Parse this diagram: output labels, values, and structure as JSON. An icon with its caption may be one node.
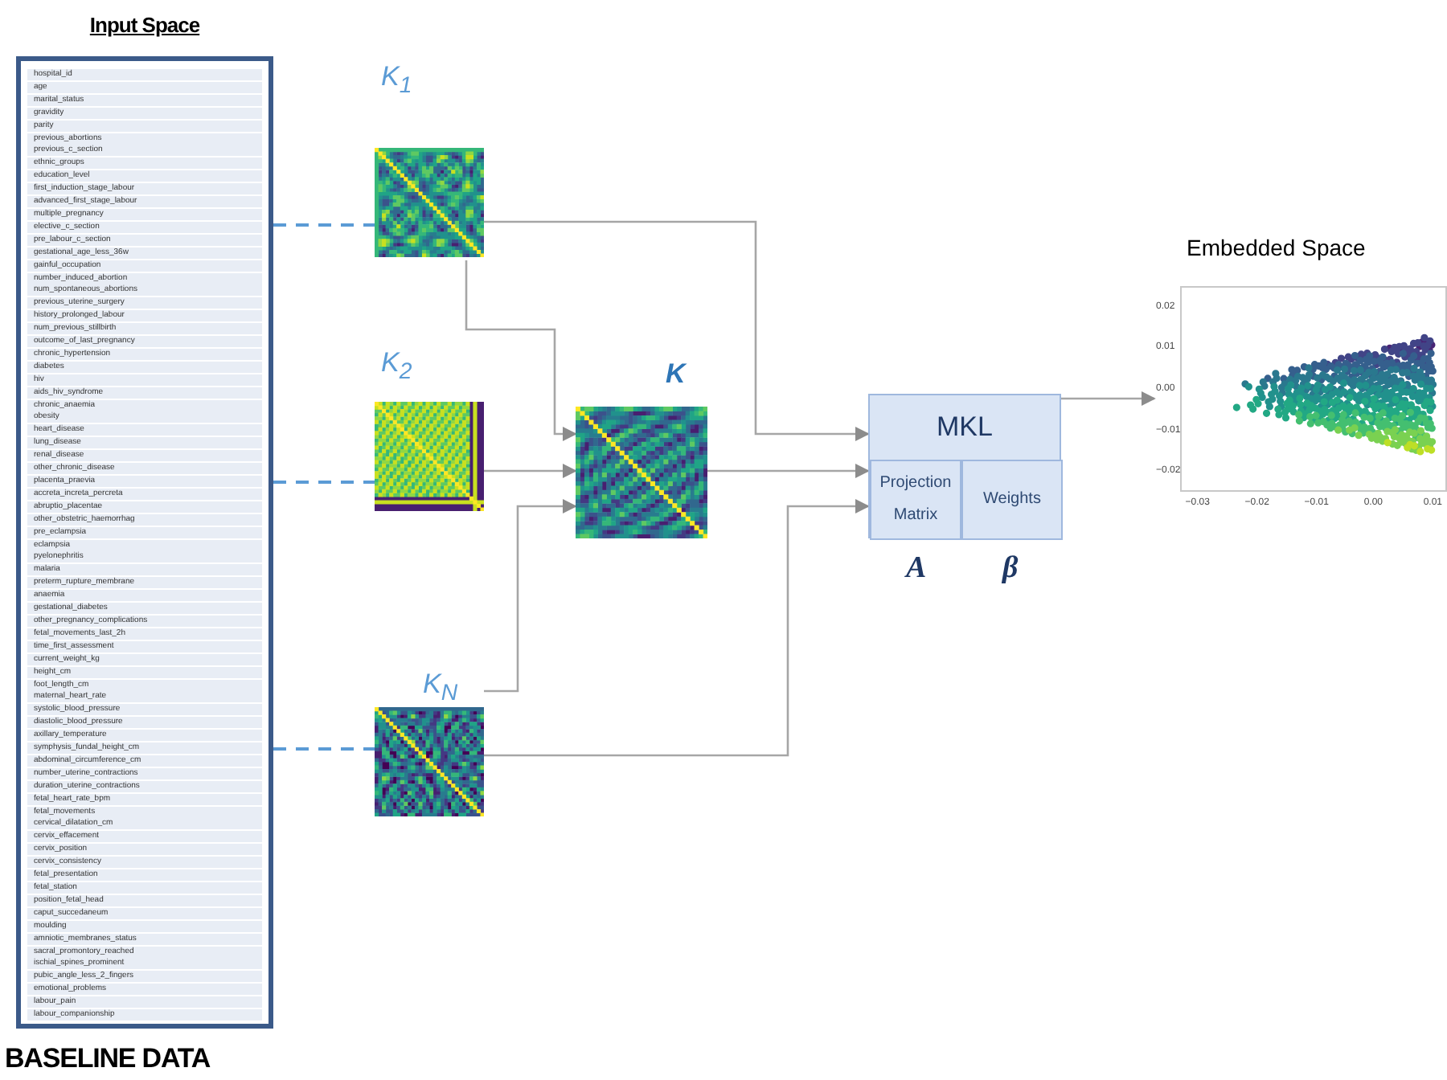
{
  "diagram": {
    "nodes": [
      {
        "text": [
          "Input Space",
          "hospital_id",
          "age",
          "marital_status",
          "gravidity",
          "parity",
          "previous_abortions",
          "previous_c_section",
          "ethnic_groups",
          "education_level",
          "first_induction_stage_labour",
          "advanced_first_stage_labour",
          "multiple_pregnancy",
          "elective_c_section",
          "pre_labour_c_section",
          "gestational_age_less_36w",
          "gainful_occupation",
          "number_induced_abortion",
          "num_spontaneous_abortions",
          "previous_uterine_surgery",
          "history_prolonged_labour",
          "num_previous_stillbirth",
          "outcome_of_last_pregnancy",
          "chronic_hypertension",
          "diabetes",
          "hiv",
          "aids_hiv_syndrome",
          "chronic_anaemia",
          "obesity",
          "heart_disease",
          "lung_disease",
          "renal_disease",
          "other_chronic_disease",
          "placenta_praevia",
          "accreta_increta_percreta",
          "abruptio_placentae",
          "other_obstetric_haemorrhag",
          "pre_eclampsia",
          "eclampsia",
          "pyelonephritis",
          "malaria",
          "preterm_rupture_membrane",
          "anaemia",
          "gestational_diabetes",
          "other_pregnancy_complications",
          "fetal_movements_last_2h",
          "time_first_assessment",
          "current_weight_kg",
          "height_cm",
          "foot_length_cm",
          "maternal_heart_rate",
          "systolic_blood_pressure",
          "diastolic_blood_pressure",
          "axillary_temperature",
          "symphysis_fundal_height_cm",
          "abdominal_circumference_cm",
          "number_uterine_contractions",
          "duration_uterine_contractions",
          "fetal_heart_rate_bpm",
          "fetal_movements",
          "cervical_dilatation_cm",
          "cervix_effacement",
          "cervix_position",
          "cervix_consistency",
          "fetal_presentation",
          "fetal_station",
          "position_fetal_head",
          "caput_succedaneum",
          "moulding",
          "amniotic_membranes_status",
          "sacral_promontory_reached",
          "ischial_spines_prominent",
          "pubic_angle_less_2_fingers",
          "emotional_problems",
          "labour_pain",
          "labour_companionship"
        ],
        "beside": [
          "BASELINE DATA"
        ]
      },
      {
        "text": [
          "K$_{1}$"
        ]
      },
      {
        "text": [
          "K$_{2}$"
        ]
      },
      {
        "text": [
          "K$_{N}$"
        ]
      },
      {
        "text": [
          "K"
        ]
      },
      {
        "text": [
          "MKL"
        ]
      },
      {
        "text": [
          "Projection Matrix"
        ],
        "in": 5,
        "beside": [
          "A"
        ]
      },
      {
        "text": [
          "Weights"
        ],
        "in": 5,
        "beside": [
          "β"
        ]
      },
      {
        "text": [
          "Embedded Space"
        ]
      }
    ],
    "edges": [
      {
        "from": 0,
        "to": 1,
        "arrow": "none",
        "style": "dashed",
        "color": "#5b9bd5"
      },
      {
        "from": 0,
        "to": 2,
        "arrow": "none",
        "style": "dashed",
        "color": "#5b9bd5"
      },
      {
        "from": 0,
        "to": 3,
        "arrow": "none",
        "style": "dashed",
        "color": "#5b9bd5"
      },
      {
        "from": 1,
        "to": 5,
        "arrow": "to"
      },
      {
        "from": 1,
        "to": 4,
        "arrow": "to"
      },
      {
        "from": 2,
        "to": 4,
        "arrow": "to"
      },
      {
        "from": 3,
        "to": 4,
        "arrow": "to"
      },
      {
        "from": 3,
        "to": 5,
        "arrow": "to"
      },
      {
        "from": 4,
        "to": 5,
        "arrow": "to"
      },
      {
        "from": 5,
        "to": 8,
        "arrow": "to"
      }
    ],
    "labels": [
      "0.02",
      "0.01",
      "0.00",
      "−0.01",
      "−0.02",
      "−0.03",
      "−0.02",
      "−0.01",
      "0.00",
      "0.01"
    ]
  }
}
